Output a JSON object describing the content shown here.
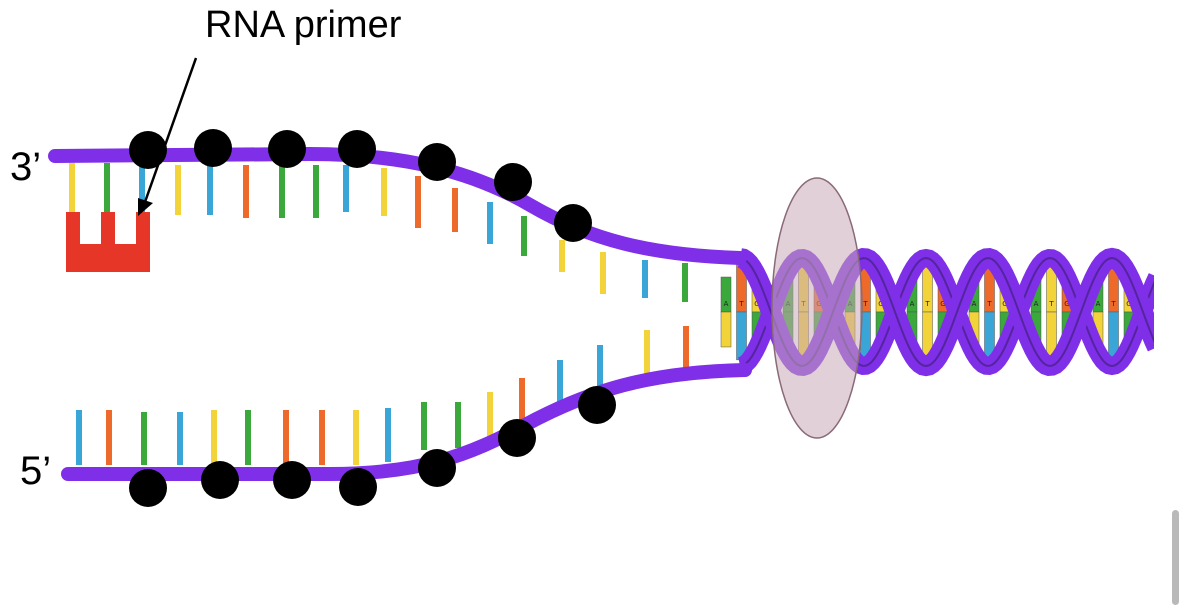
{
  "labels": {
    "primer": "RNA primer",
    "top_end": "3’",
    "bottom_end": "5’"
  },
  "colors": {
    "backbone": "#7f2fe8",
    "backbone_dark": "#2b1a55",
    "primer": "#e63628",
    "polymerase_dot": "#000000",
    "helicase": "#c9a9b6",
    "base_yellow": "#f2d33a",
    "base_green": "#3aa83a",
    "base_blue": "#3aa6d8",
    "base_orange": "#ee6a2a"
  },
  "helix_base_letters": [
    "A",
    "T",
    "G",
    "C"
  ]
}
